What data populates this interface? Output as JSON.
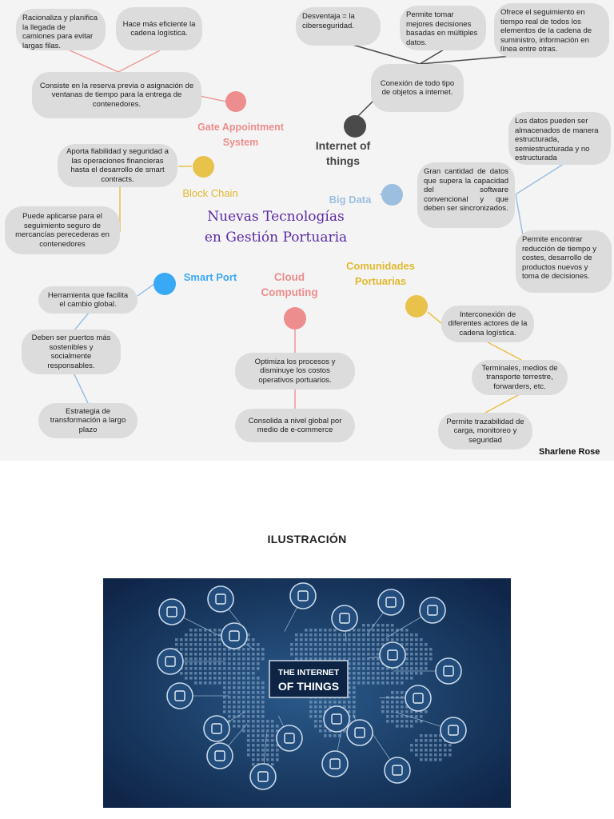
{
  "mindmap": {
    "title_line1": "Nuevas Tecnologías",
    "title_line2": "en Gestión Portuaria",
    "author": "Sharlene Rose",
    "gate": {
      "label": "Gate Appointment System",
      "color": "#ee8d8d",
      "main": "Consiste en la reserva previa o asignación de ventanas de tiempo para la entrega de contenedores.",
      "sub1": "Racionaliza y planifica la llegada de camiones para evitar largas filas.",
      "sub2": "Hace más eficiente la cadena logística."
    },
    "iot": {
      "label": "Internet of things",
      "color": "#4a4a4a",
      "main": "Conexión de todo tipo de objetos a internet.",
      "sub1": "Desventaja = la ciberseguridad.",
      "sub2": "Permite tomar mejores decisiones basadas en múltiples datos.",
      "sub3": "Ofrece el seguimiento en tiempo real de todos los elementos de la cadena de suministro, información en línea entre otras."
    },
    "blockchain": {
      "label": "Block Chain",
      "color": "#e8c24a",
      "sub1": "Aporta fiabilidad y seguridad a las operaciones financieras hasta el desarrollo de smart contracts.",
      "sub2": "Puede aplicarse para el seguimiento seguro de mercancías perecederas en contenedores"
    },
    "bigdata": {
      "label": "Big Data",
      "color": "#9cbfe0",
      "main": "Gran cantidad de datos que supera la capacidad del software convencional y que deben ser sincronizados.",
      "sub1": "Los datos pueden ser almacenados de manera estructurada, semiestructurada y no estructurada",
      "sub2": "Permite encontrar reducción de tiempo y costes, desarrollo de productos nuevos y toma de decisiones."
    },
    "smartport": {
      "label": "Smart Port",
      "color": "#3aa9f5",
      "sub1": "Herramienta que facilita el cambio global.",
      "sub2": "Deben ser puertos más sostenibles y socialmente responsables.",
      "sub3": "Estrategia de transformación a largo plazo"
    },
    "cloud": {
      "label": "Cloud Computing",
      "color": "#ee8d8d",
      "sub1": "Optimiza los procesos y disminuye los costos operativos portuarios.",
      "sub2": "Consolida a nivel global por medio de e-commerce"
    },
    "comunidades": {
      "label": "Comunidades Portuarias",
      "color": "#e8c24a",
      "sub1": "Interconexión de diferentes actores de la cadena logística.",
      "sub2": "Terminales, medios de transporte terrestre, forwarders, etc.",
      "sub3": "Permite trazabilidad de carga, monitoreo y seguridad"
    }
  },
  "illustration": {
    "heading": "ILUSTRACIÓN",
    "badge_line1": "THE INTERNET",
    "badge_line2": "OF THINGS",
    "bg_color": "#14305a",
    "icons": [
      "plug-icon",
      "wifi-router-icon",
      "airplane-icon",
      "book-icon",
      "handshake-icon",
      "laptop-icon",
      "phone-icon",
      "envelope-icon",
      "person-icon",
      "smartphone-icon",
      "location-pin-icon",
      "chat-icon",
      "security-camera-icon",
      "document-icon",
      "headset-icon",
      "team-icon",
      "like-icon",
      "cloud-icon",
      "shield-icon",
      "network-icon",
      "server-icon"
    ]
  }
}
